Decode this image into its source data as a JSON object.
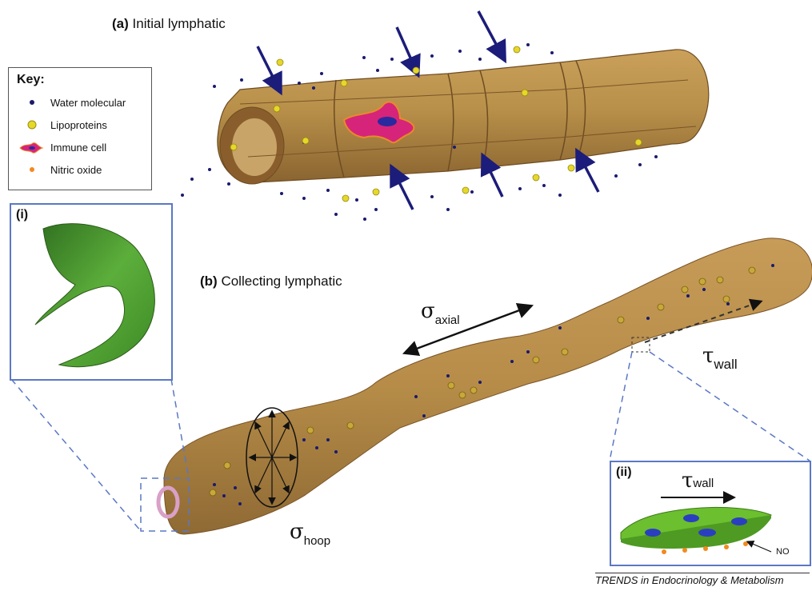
{
  "titles": {
    "a_label": "(a)",
    "a_text": "Initial lymphatic",
    "b_label": "(b)",
    "b_text": "Collecting lymphatic"
  },
  "key": {
    "title": "Key:",
    "items": [
      {
        "label": "Water molecular",
        "color": "#1a1a6e"
      },
      {
        "label": "Lipoproteins",
        "color": "#e5d82a"
      },
      {
        "label": "Immune cell",
        "color": "#d6247a"
      },
      {
        "label": "Nitric oxide",
        "color": "#f28a1c"
      }
    ]
  },
  "insets": {
    "i_label": "(i)",
    "ii_label": "(ii)"
  },
  "symbols": {
    "sigma": "σ",
    "tau": "τ",
    "axial": "axial",
    "hoop": "hoop",
    "wall": "wall",
    "no": "NO"
  },
  "footer": "TRENDS in Endocrinology & Metabolism",
  "colors": {
    "vessel": "#b8904a",
    "vessel_dark": "#7a5428",
    "arrow": "#1c1c7a",
    "inset_border": "#5a78c4",
    "green": "#58b23a"
  }
}
